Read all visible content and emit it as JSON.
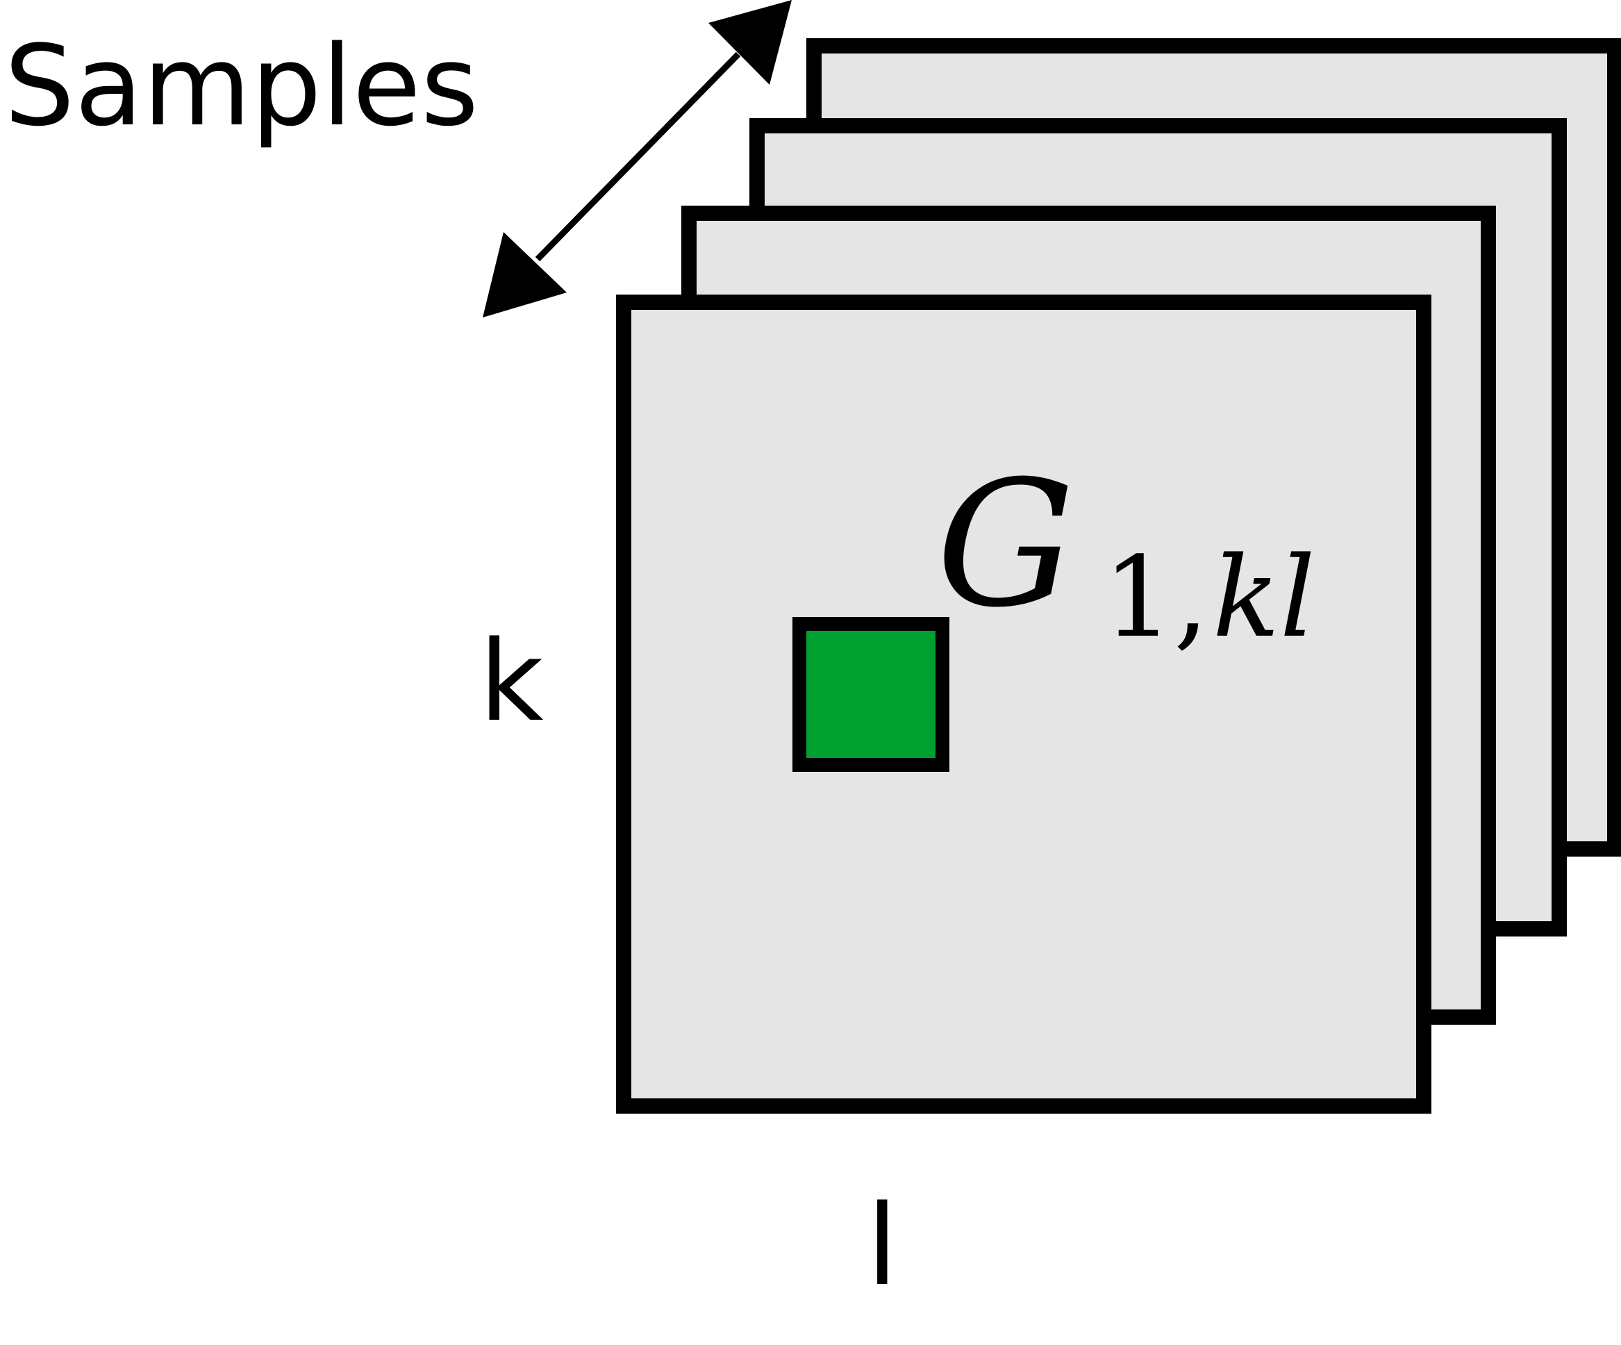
{
  "labels": {
    "samples": "Samples",
    "row_axis": "k",
    "col_axis": "l"
  },
  "formula": {
    "main": "G",
    "subscript_index": "1,",
    "subscript_vars": "kl"
  },
  "colors": {
    "sheet_fill": "#e5e5e5",
    "outline": "#000000",
    "highlight": "#00a030",
    "background": "#ffffff"
  },
  "sheet_count": 4
}
